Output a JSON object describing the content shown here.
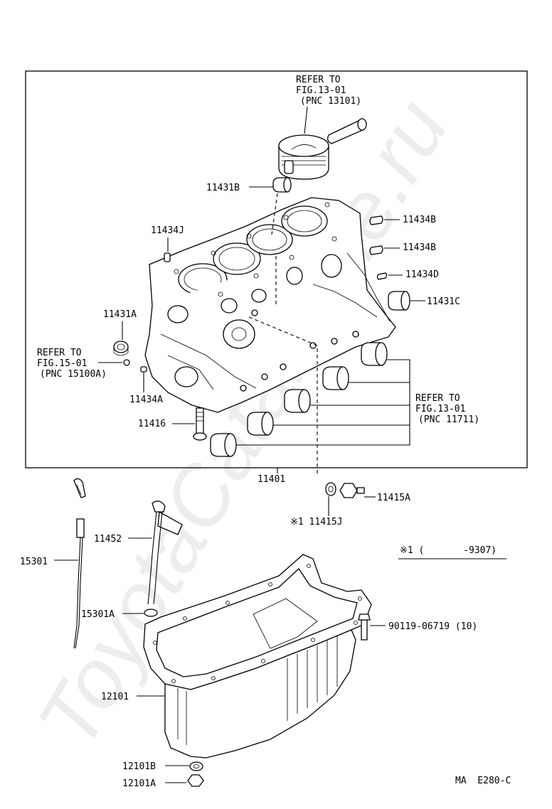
{
  "watermark": "ToyotaCatalogue.ru",
  "refs": {
    "piston": [
      "REFER TO",
      "FIG.13-01",
      "(PNC 13101)"
    ],
    "oil_pump": [
      "REFER TO",
      "FIG.15-01",
      "(PNC 15100A)"
    ],
    "bearings": [
      "REFER TO",
      "FIG.13-01",
      "(PNC 11711)"
    ]
  },
  "labels": {
    "p11431B": "11431B",
    "p11434J": "11434J",
    "p11431A": "11431A",
    "p11434A": "11434A",
    "p11416": "11416",
    "p11401": "11401",
    "p11434B_1": "11434B",
    "p11434B_2": "11434B",
    "p11434D": "11434D",
    "p11431C": "11431C",
    "p11415A": "11415A",
    "p11415J": "※1 11415J",
    "p11452": "11452",
    "p15301": "15301",
    "p15301A": "15301A",
    "p90119": "90119-06719 (10)",
    "p12101": "12101",
    "p12101B": "12101B",
    "p12101A": "12101A"
  },
  "note": "※1 (       -9307)",
  "figure_code": "MA  E280-C"
}
